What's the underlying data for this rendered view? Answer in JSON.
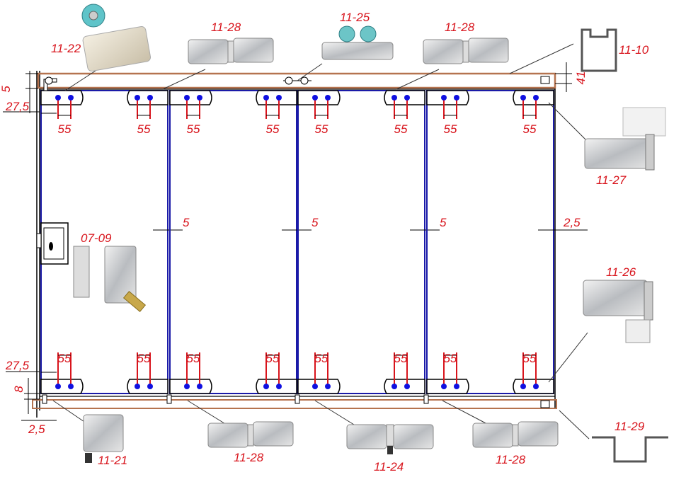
{
  "title": "Folding glass door fittings layout",
  "panel_count": 4,
  "dimensions": {
    "hole_spacing": "55",
    "panel_gap": "5",
    "side_gap_right": "2,5",
    "top_offset": "27,5",
    "bottom_offset": "27,5",
    "top_gap": "5",
    "rail_height": "41",
    "bottom_gap": "8",
    "bottom_side_gap": "2,5"
  },
  "parts": {
    "p1122": "11-22",
    "p1128_top_left": "11-28",
    "p1125": "11-25",
    "p1128_top_right": "11-28",
    "p1110": "11-10",
    "p1127": "11-27",
    "p0709": "07-09",
    "p1126": "11-26",
    "p1129": "11-29",
    "p1121": "11-21",
    "p1128_bottom_left": "11-28",
    "p1124": "11-24",
    "p1128_bottom_right": "11-28"
  },
  "colors": {
    "label": "#d8141c",
    "glass": "#1a1aa8",
    "rail": "#b5734f",
    "hole": "#1010e0"
  }
}
